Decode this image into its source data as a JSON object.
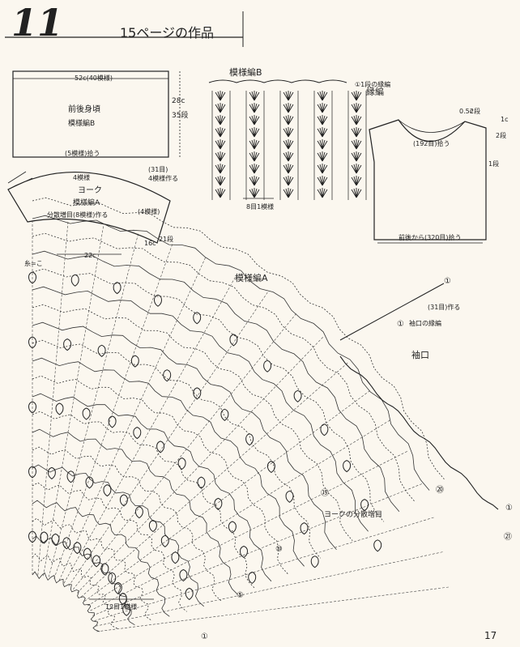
{
  "header": {
    "number": "11",
    "title": "15ページの作品"
  },
  "schematic": {
    "top_width": "52c(40模様)",
    "height": "28c",
    "height_rows": "35段",
    "body_label": "前後身頃",
    "body_pattern": "模様編B",
    "pickup": "(5模様)拾う",
    "yoke_top": "4模様",
    "yoke_label": "ヨーク",
    "yoke_pattern": "模様編A",
    "yoke_inc": "分散増目(8模様)作る",
    "right_chain": "(31目)",
    "right_make": "4模様作る",
    "right_side": "(4模様)",
    "bottom_width": "22c",
    "bottom_right": "16c",
    "bottom_rows": "21段"
  },
  "pattern_b": {
    "title": "模様編B",
    "note_row": "①1段の縁編",
    "repeat": "8目1模様"
  },
  "edging": {
    "title": "縁編",
    "top_rows": "0.5c",
    "top_rows_num": "2段",
    "right_c": "1c",
    "right_rows": "2段",
    "neck": "(192目)拾う",
    "right_rows2": "1段",
    "bottom_pick": "前後から(320目)拾う"
  },
  "pattern_a": {
    "title": "模様編A",
    "mark_1_top": "①",
    "chain_make": "(31目)作る",
    "mark_1_cuff": "①",
    "cuff_edging": "袖口の縁編",
    "sleeve": "袖口",
    "m20": "⑳",
    "m15": "⑮",
    "m10": "⑩",
    "m5": "⑤",
    "m1": "①",
    "m21": "㉑",
    "m1b": "①",
    "distributed_inc": "ヨークの分散増目",
    "repeat12": "12目1模様",
    "left_mark": "糸=こ"
  },
  "page_number": "17",
  "colors": {
    "ink": "#222222",
    "paper": "#fbf7ef",
    "faint": "#555555"
  }
}
